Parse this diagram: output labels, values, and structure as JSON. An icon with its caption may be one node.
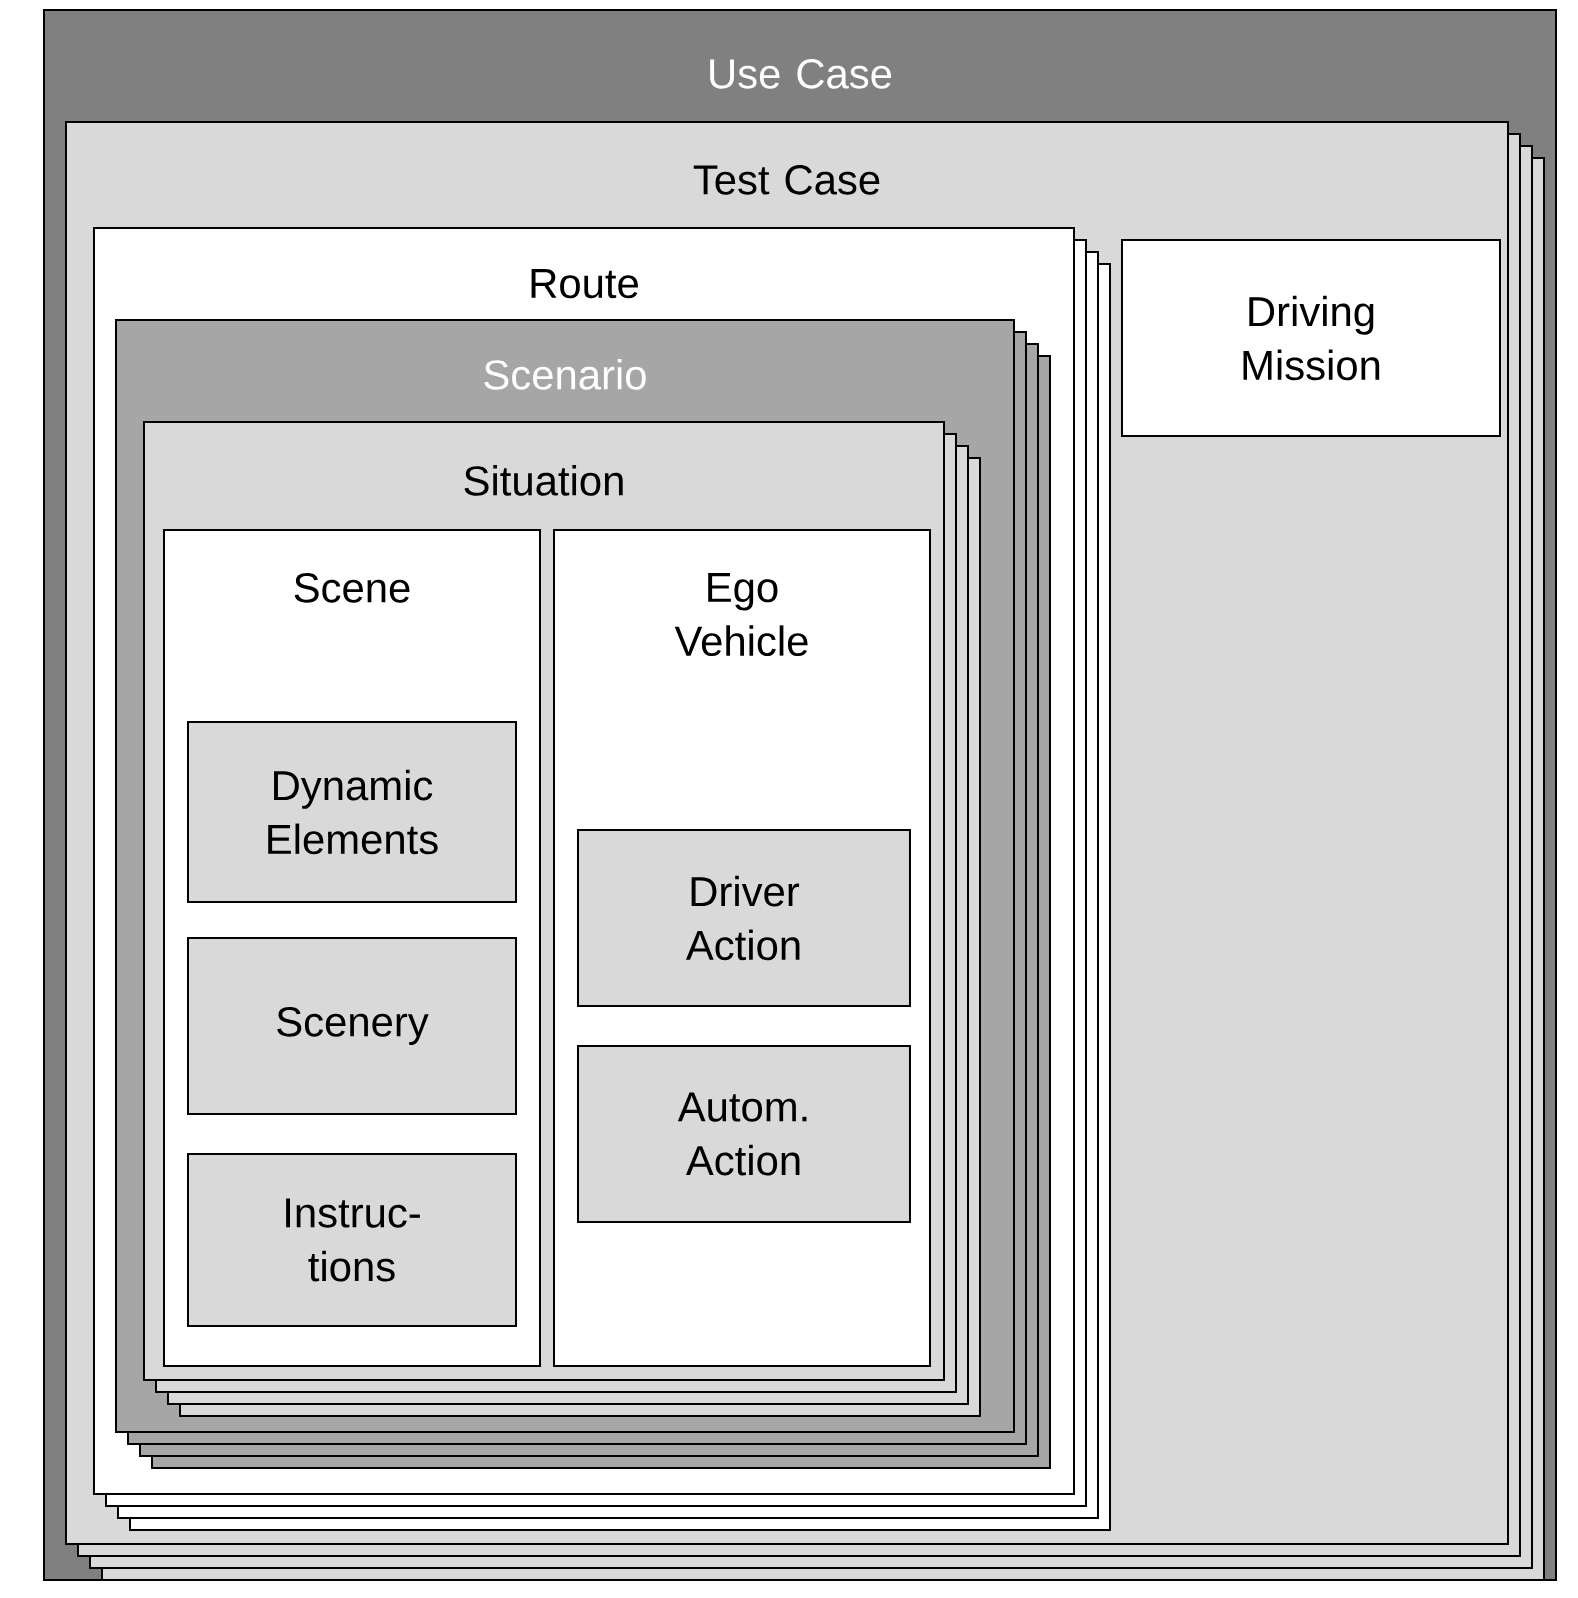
{
  "diagram": {
    "nodes": [
      {
        "text": [
          "Use Case"
        ]
      },
      {
        "text": [
          "Test Case"
        ],
        "in": 0
      },
      {
        "text": [
          "Route"
        ],
        "in": 1
      },
      {
        "text": [
          "Driving Mission"
        ],
        "in": 1
      },
      {
        "text": [
          "Scenario"
        ],
        "in": 2
      },
      {
        "text": [
          "Situation"
        ],
        "in": 4
      },
      {
        "text": [
          "Scene"
        ],
        "in": 5
      },
      {
        "text": [
          "Dynamic Elements"
        ],
        "in": 6
      },
      {
        "text": [
          "Scenery"
        ],
        "in": 6
      },
      {
        "text": [
          "Instruc- tions"
        ],
        "in": 6
      },
      {
        "text": [
          "Ego Vehicle"
        ],
        "in": 5
      },
      {
        "text": [
          "Driver Action"
        ],
        "in": 10
      },
      {
        "text": [
          "Autom. Action"
        ],
        "in": 10
      }
    ]
  }
}
